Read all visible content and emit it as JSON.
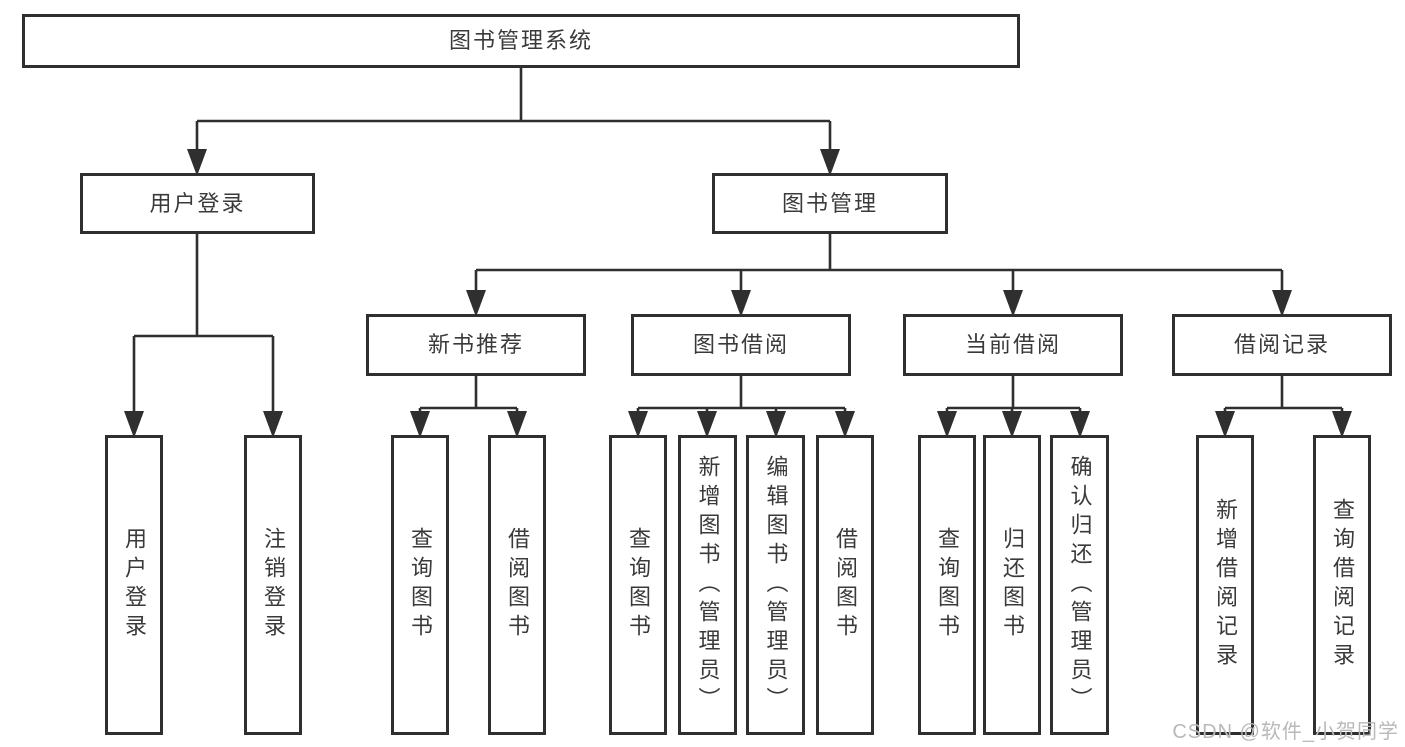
{
  "tree": {
    "label": "图书管理系统",
    "children": [
      {
        "label": "用户登录",
        "children": [
          {
            "label": "用户登录"
          },
          {
            "label": "注销登录"
          }
        ]
      },
      {
        "label": "图书管理",
        "children": [
          {
            "label": "新书推荐",
            "children": [
              {
                "label": "查询图书"
              },
              {
                "label": "借阅图书"
              }
            ]
          },
          {
            "label": "图书借阅",
            "children": [
              {
                "label": "查询图书"
              },
              {
                "label": "新增图书（管理员）"
              },
              {
                "label": "编辑图书（管理员）"
              },
              {
                "label": "借阅图书"
              }
            ]
          },
          {
            "label": "当前借阅",
            "children": [
              {
                "label": "查询图书"
              },
              {
                "label": "归还图书"
              },
              {
                "label": "确认归还（管理员）"
              }
            ]
          },
          {
            "label": "借阅记录",
            "children": [
              {
                "label": "新增借阅记录"
              },
              {
                "label": "查询借阅记录"
              }
            ]
          }
        ]
      }
    ]
  },
  "watermark": "CSDN @软件_小贺同学",
  "colors": {
    "line": "#2f2f2f",
    "box_border": "#2f2f2f",
    "text": "#3a3a3a",
    "watermark": "#b9b9b9",
    "background": "#ffffff"
  }
}
